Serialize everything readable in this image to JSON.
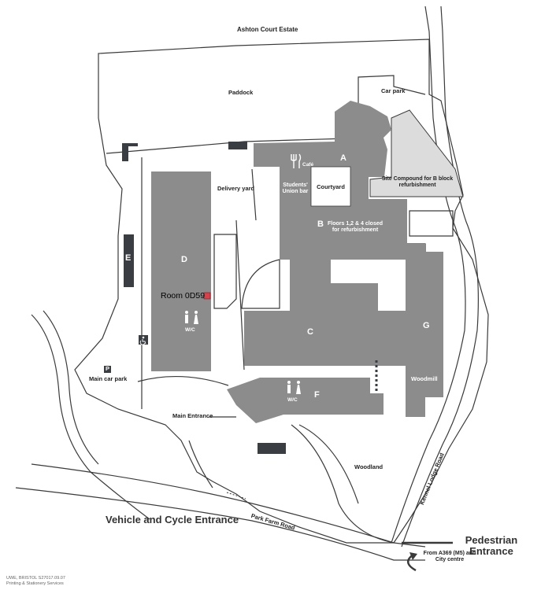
{
  "places": {
    "ashton_court": "Ashton Court Estate",
    "paddock": "Paddock",
    "car_park": "Car park",
    "delivery_yard": "Delivery yard",
    "cafe": "Café",
    "students_union": "Students' Union bar",
    "courtyard": "Courtyard",
    "site_compound": "Site Compound for B block refurbishment",
    "b_note": "Floors 1,2 & 4 closed for refurbishment",
    "woodmill": "Woodmill",
    "main_car_park": "Main car park",
    "main_entrance": "Main Entrance",
    "woodland": "Woodland",
    "park_farm_road": "Park Farm Road",
    "kennel_lodge_road": "Kennel Lodge Road",
    "from_a369": "From A369 (M5) and City centre"
  },
  "blocks": {
    "a": "A",
    "b": "B",
    "c": "C",
    "d": "D",
    "e": "E",
    "f": "F",
    "g": "G"
  },
  "toilets": {
    "wc_d": "W/C",
    "wc_f": "W/C"
  },
  "room": {
    "label": "Room 0D59"
  },
  "parking_symbol": "P",
  "entrances": {
    "vehicle": "Vehicle and Cycle Entrance",
    "pedestrian": "Pedestrian Entrance"
  },
  "footer": {
    "line1": "UWE, BRISTOL  S27017.09.07",
    "line2": "Printing & Stationery Services"
  },
  "colors": {
    "building": "#8c8c8c",
    "dark": "#3a3d42",
    "compound": "#dcdcdc",
    "outline": "#3a3a3a",
    "marker": "#d8404a"
  }
}
